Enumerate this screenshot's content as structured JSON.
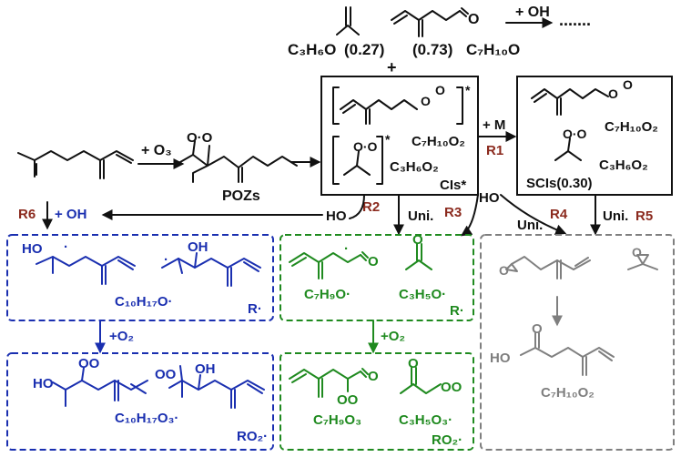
{
  "top": {
    "acetone_formula": "C₃H₆O",
    "acetone_yield": "(0.27)",
    "plus": "+",
    "aldehyde_yield": "(0.73)",
    "aldehyde_formula": "C₇H₁₀O",
    "oh_label": "+ OH",
    "ellipsis": "......."
  },
  "left": {
    "ozone_label": "+ O₃",
    "poz_label": "POZs",
    "oo_label": "O·O"
  },
  "cis_box": {
    "criegee_c7": "C₇H₁₀O₂",
    "criegee_c3": "C₃H₆O₂",
    "label": "CIs*",
    "star": "*"
  },
  "scis_box": {
    "c7": "C₇H₁₀O₂",
    "c3": "C₃H₆O₂",
    "label": "SCIs(0.30)"
  },
  "reactions": {
    "m_label": "+ M",
    "r1": "R1",
    "r2": "R2",
    "r3": "R3",
    "r4": "R4",
    "r5": "R5",
    "r6": "R6",
    "ho_left": "HO",
    "ho_right": "HO",
    "uni_r3": "Uni.",
    "uni_r4": "Uni.",
    "uni_r5": "Uni.",
    "plus_oh_r6": "+ OH",
    "o2_blue": "+O₂",
    "o2_green": "+O₂"
  },
  "blue_r": {
    "formula": "C₁₀H₁₇O·",
    "tag": "R·",
    "ho": "HO",
    "oh": "OH"
  },
  "blue_ro2": {
    "formula": "C₁₀H₁₇O₃·",
    "tag": "RO₂·",
    "ho": "HO",
    "oo1": "OO",
    "oo2": "OO",
    "oh": "OH"
  },
  "green_r": {
    "formula1": "C₇H₉O·",
    "formula2": "C₃H₅O·",
    "tag": "R·",
    "o": "O"
  },
  "green_ro2": {
    "formula1": "C₇H₉O₃",
    "formula2": "C₃H₅O₃·",
    "tag": "RO₂·",
    "oo1": "OO",
    "oo2": "OO",
    "o": "O"
  },
  "grey": {
    "formula": "C₇H₁₀O₂",
    "ho": "HO",
    "o": "O"
  },
  "colors": {
    "black": "#111111",
    "blue": "#1a2fb0",
    "green": "#1f8a1f",
    "grey": "#7f7f7f",
    "brown": "#8b2a1e"
  }
}
